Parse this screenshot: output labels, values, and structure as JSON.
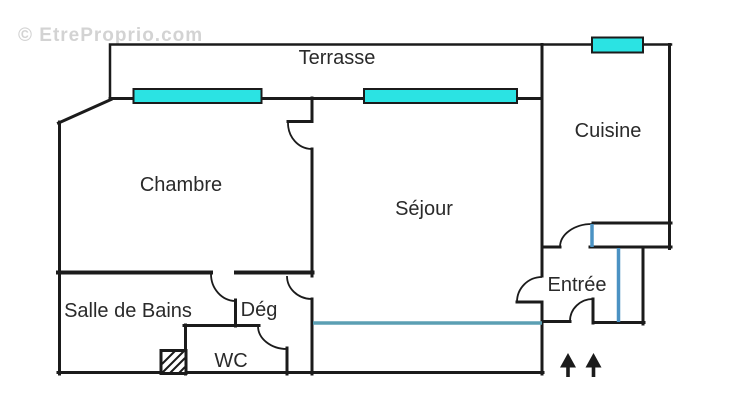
{
  "watermark": "© EtreProprio.com",
  "rooms": {
    "terrasse": {
      "label": "Terrasse"
    },
    "chambre": {
      "label": "Chambre"
    },
    "sejour": {
      "label": "Séjour"
    },
    "cuisine": {
      "label": "Cuisine"
    },
    "entree": {
      "label": "Entrée"
    },
    "salle_de_bains": {
      "label": "Salle de Bains"
    },
    "degagement": {
      "label": "Dég"
    },
    "wc": {
      "label": "WC"
    }
  },
  "symbols": {
    "windows": "cyan-filled wall openings",
    "entrance_arrows": "two black up arrows marking building entrance",
    "hatched_column": "diagonal-hatched duct/column in WC corner",
    "glazing_lines": "blue lines marking glazed bays/doors"
  },
  "colors": {
    "wall": "#1b1b1b",
    "window_fill": "#2be3e3",
    "glazing_horizontal": "#5b9fb3",
    "glazing_vertical": "#4b92c3",
    "watermark_text": "#d3d3d3",
    "label_text": "#2a2a2a",
    "background": "#ffffff"
  }
}
